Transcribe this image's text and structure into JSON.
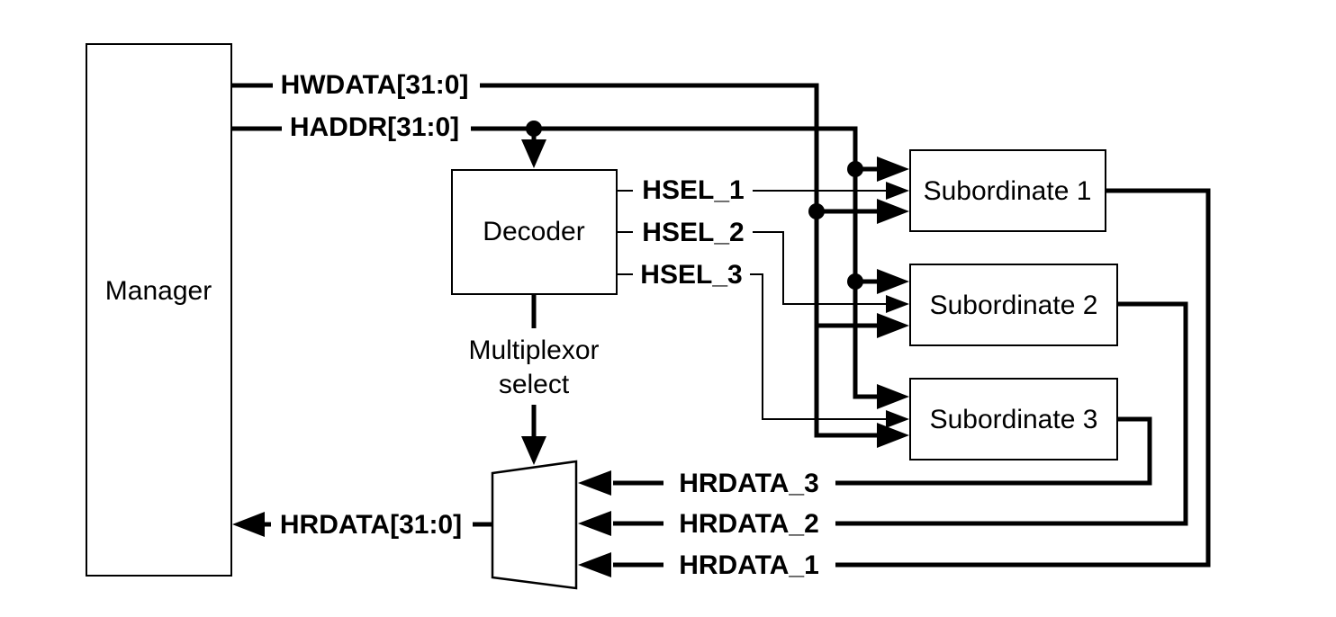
{
  "colors": {
    "ink": "#000000",
    "background": "#ffffff",
    "box_fill": "#ffffff"
  },
  "nodes": {
    "manager": {
      "label": "Manager"
    },
    "decoder": {
      "label": "Decoder"
    },
    "subordinate1": {
      "label": "Subordinate 1"
    },
    "subordinate2": {
      "label": "Subordinate 2"
    },
    "subordinate3": {
      "label": "Subordinate 3"
    }
  },
  "mux": {
    "select_label": "Multiplexor select"
  },
  "signals": {
    "hwdata": "HWDATA[31:0]",
    "haddr": "HADDR[31:0]",
    "hsel_1": "HSEL_1",
    "hsel_2": "HSEL_2",
    "hsel_3": "HSEL_3",
    "hrdata_3": "HRDATA_3",
    "hrdata_2": "HRDATA_2",
    "hrdata_1": "HRDATA_1",
    "hrdata_bus": "HRDATA[31:0]"
  }
}
